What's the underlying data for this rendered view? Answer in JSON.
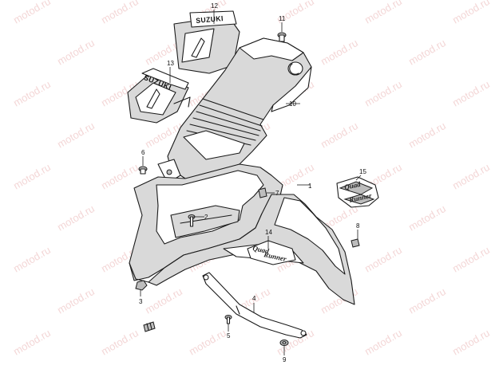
{
  "diagram": {
    "watermark_text": "motod.ru",
    "callouts": [
      "1",
      "2",
      "3",
      "4",
      "5",
      "6",
      "7",
      "8",
      "9",
      "10",
      "11",
      "12",
      "13",
      "14",
      "15"
    ],
    "emblem_text": "SUZUKI",
    "decal_text_line1": "Quad",
    "decal_text_line2": "Runner",
    "colors": {
      "line": "#1a1a1a",
      "shade": "#d9d9d9",
      "watermark": "#e6a6a6"
    }
  }
}
